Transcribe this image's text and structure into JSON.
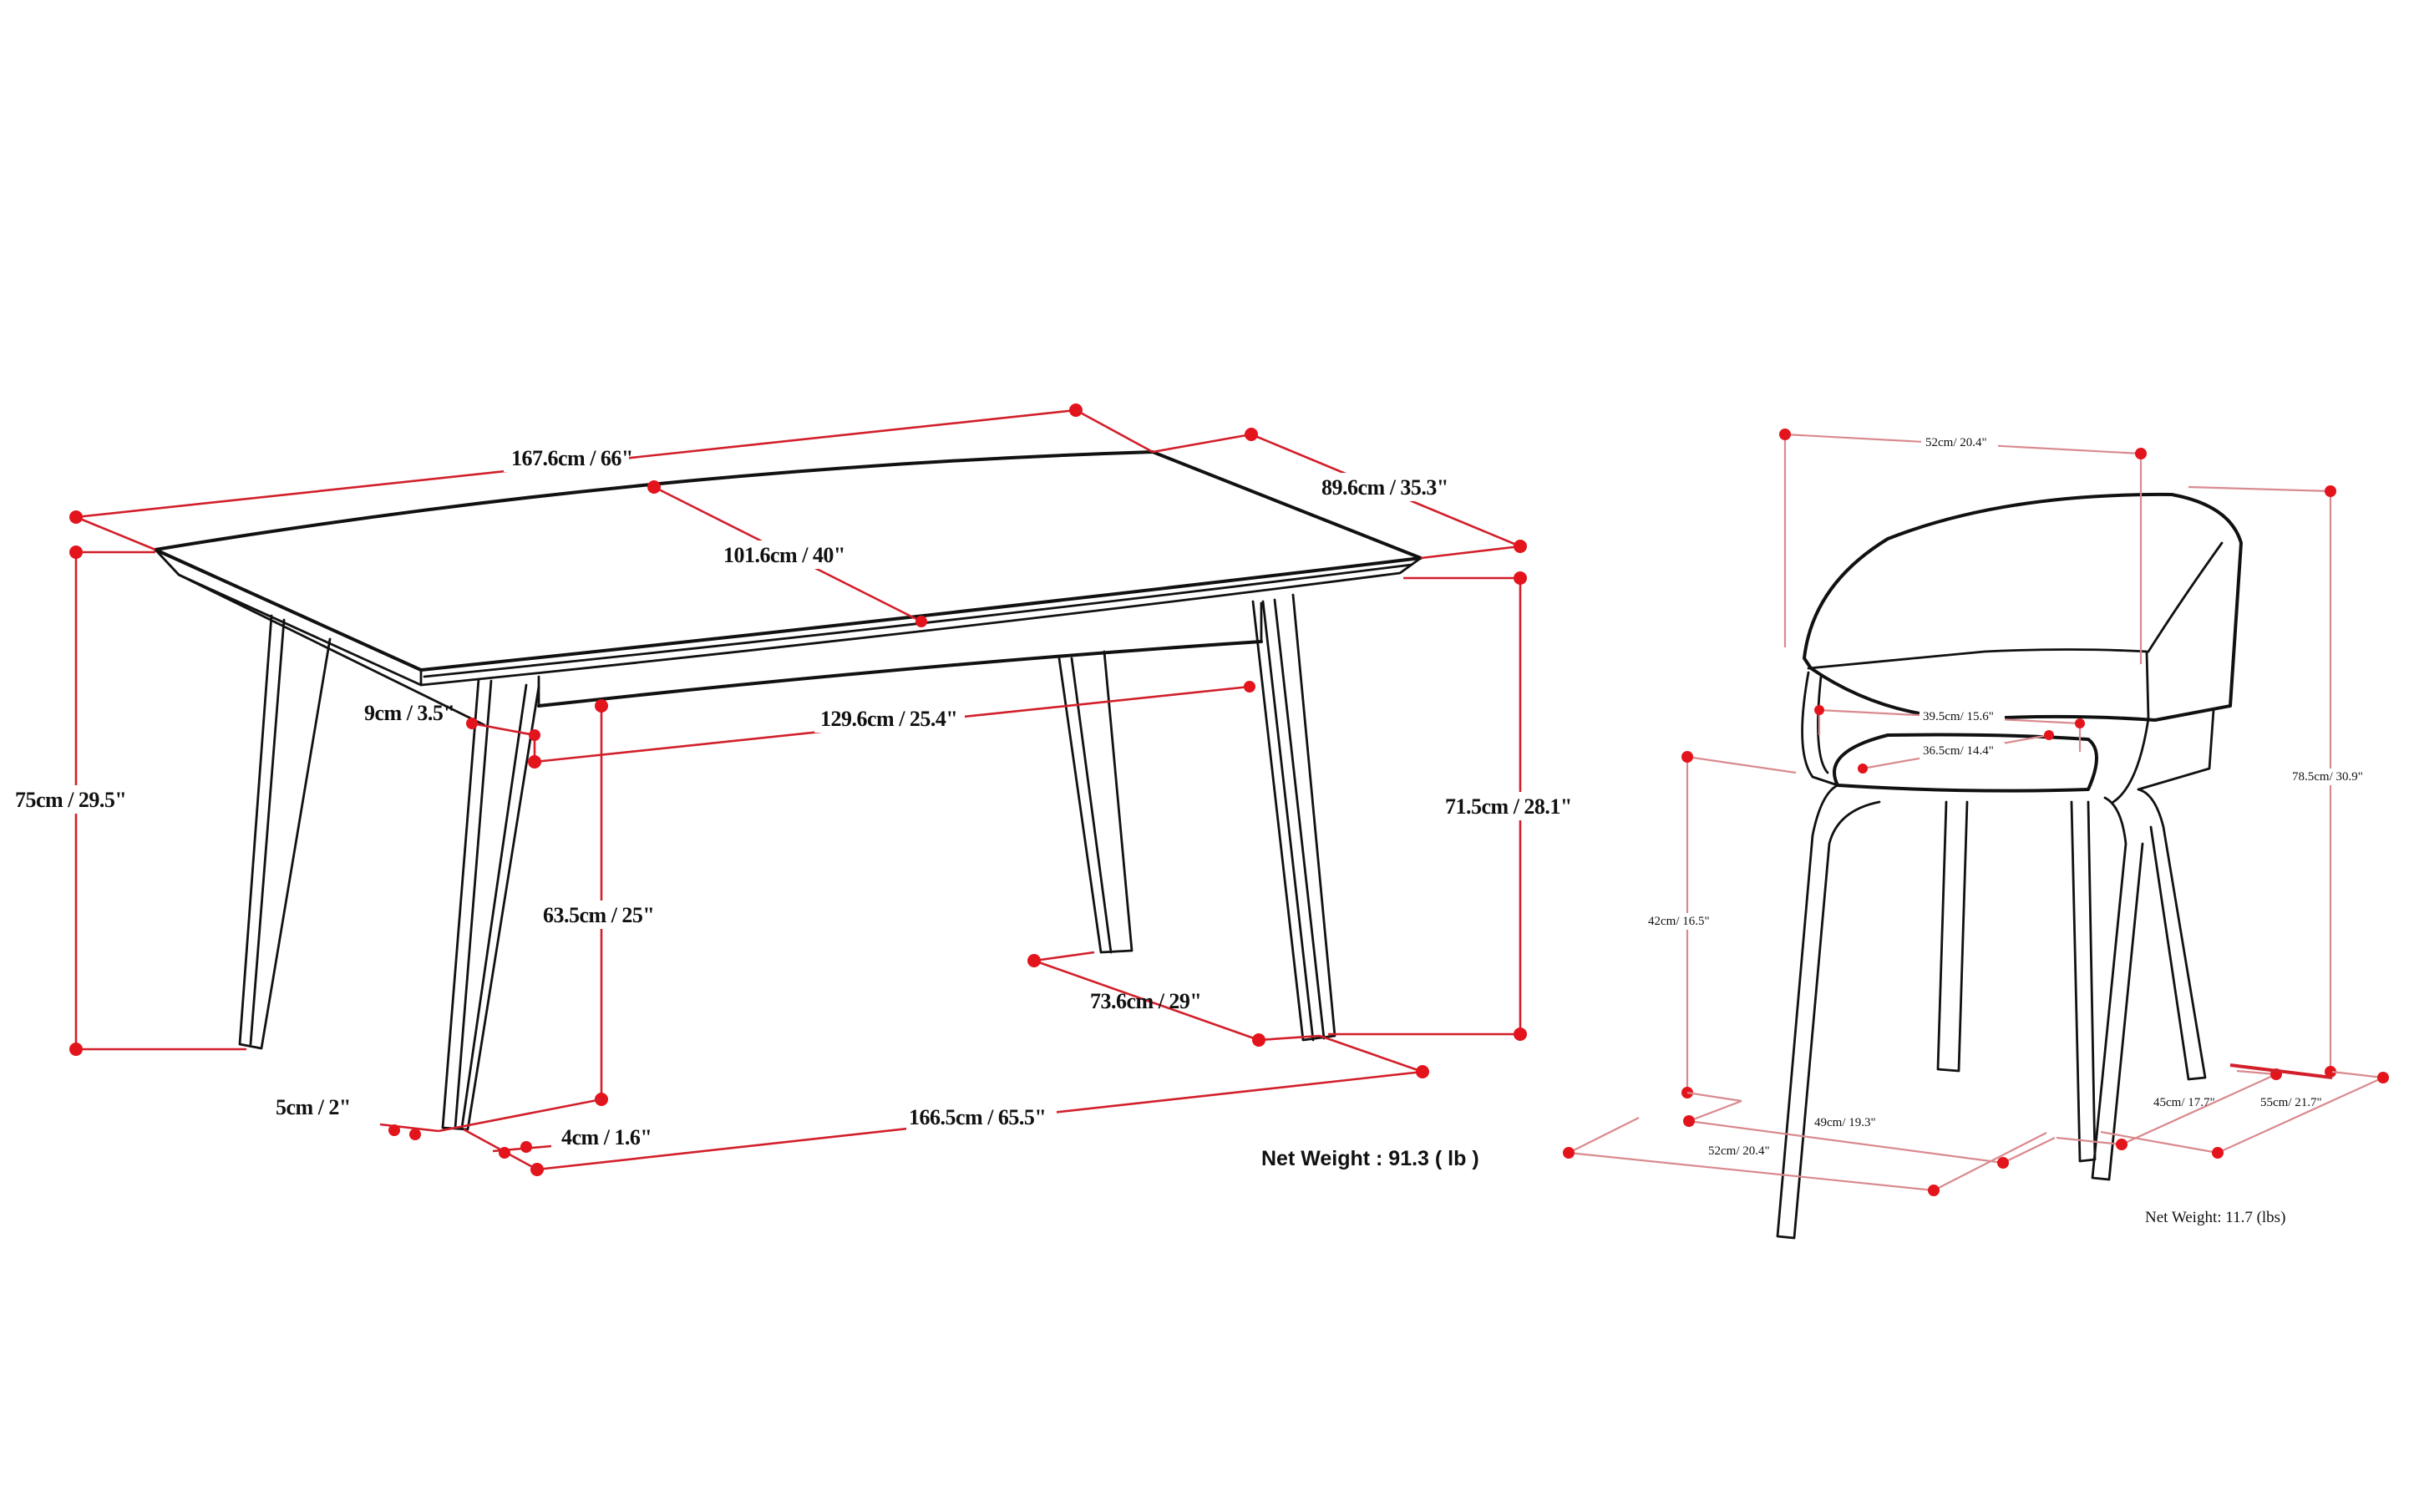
{
  "table": {
    "dimensions": {
      "overall_length": "167.6cm / 66\"",
      "overall_depth": "89.6cm / 35.3\"",
      "top_diagonal_depth": "101.6cm / 40\"",
      "apron_height": "9cm / 3.5\"",
      "inner_leg_span": "129.6cm / 25.4\"",
      "overall_height": "75cm / 29.5\"",
      "top_to_floor_height": "71.5cm / 28.1\"",
      "leg_clearance_height": "63.5cm / 25\"",
      "leg_depth_span": "73.6cm / 29\"",
      "leg_width": "5cm / 2\"",
      "leg_thickness": "4cm / 1.6\"",
      "leg_footprint_length": "166.5cm / 65.5\""
    },
    "net_weight": "Net Weight : 91.3 ( lb )"
  },
  "chair": {
    "dimensions": {
      "top_width": "52cm/ 20.4\"",
      "seat_inner_width": "39.5cm/ 15.6\"",
      "seat_depth": "36.5cm/ 14.4\"",
      "overall_height": "78.5cm/ 30.9\"",
      "seat_height": "42cm/ 16.5\"",
      "leg_footprint_width": "49cm/ 19.3\"",
      "base_width": "52cm/ 20.4\"",
      "leg_footprint_depth": "45cm/ 17.7\"",
      "overall_depth": "55cm/ 21.7\""
    },
    "net_weight": "Net Weight: 11.7 (lbs)"
  },
  "colors": {
    "dimension_line": "#d21f2a",
    "dimension_point": "#e3141c",
    "outline": "#111111",
    "background": "#ffffff"
  }
}
